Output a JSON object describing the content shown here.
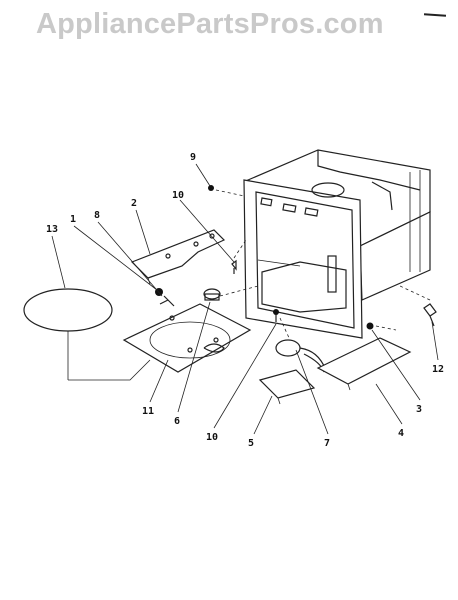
{
  "watermark": "AppliancePartsPros.com",
  "callouts": [
    {
      "id": "1",
      "label": "1"
    },
    {
      "id": "2",
      "label": "2"
    },
    {
      "id": "3",
      "label": "3"
    },
    {
      "id": "4",
      "label": "4"
    },
    {
      "id": "5",
      "label": "5"
    },
    {
      "id": "6",
      "label": "6"
    },
    {
      "id": "7",
      "label": "7"
    },
    {
      "id": "8",
      "label": "8"
    },
    {
      "id": "9",
      "label": "9"
    },
    {
      "id": "10a",
      "label": "10"
    },
    {
      "id": "10b",
      "label": "10"
    },
    {
      "id": "11",
      "label": "11"
    },
    {
      "id": "12",
      "label": "12"
    },
    {
      "id": "13",
      "label": "13"
    }
  ]
}
